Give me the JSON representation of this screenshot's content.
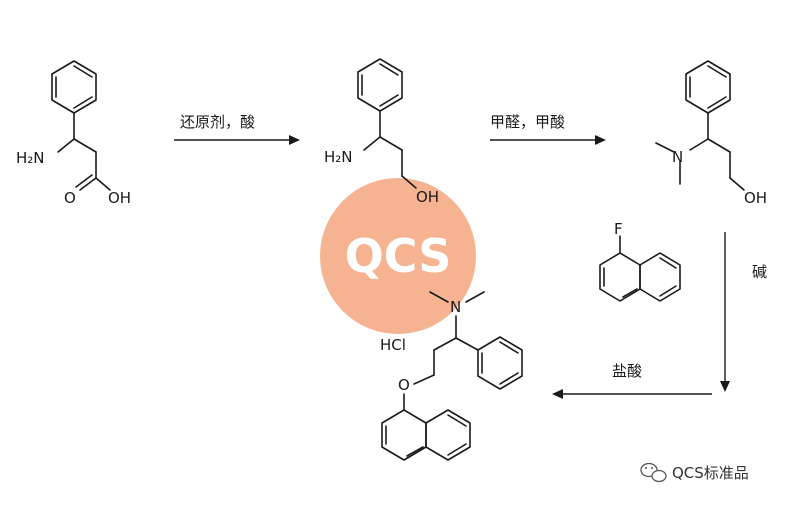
{
  "reagents": {
    "step1": "还原剂，酸",
    "step2": "甲醛，甲酸",
    "step3": "碱",
    "step4": "盐酸"
  },
  "atoms": {
    "amine": "H₂N",
    "hydroxyl": "OH",
    "carbonyl_o": "O",
    "dimethyl_n": "N",
    "fluoro": "F",
    "ether_o": "O",
    "hcl": "HCl"
  },
  "watermark": {
    "text": "QCS",
    "color": "#f4a67f"
  },
  "brand": {
    "label": "QCS标准品"
  }
}
